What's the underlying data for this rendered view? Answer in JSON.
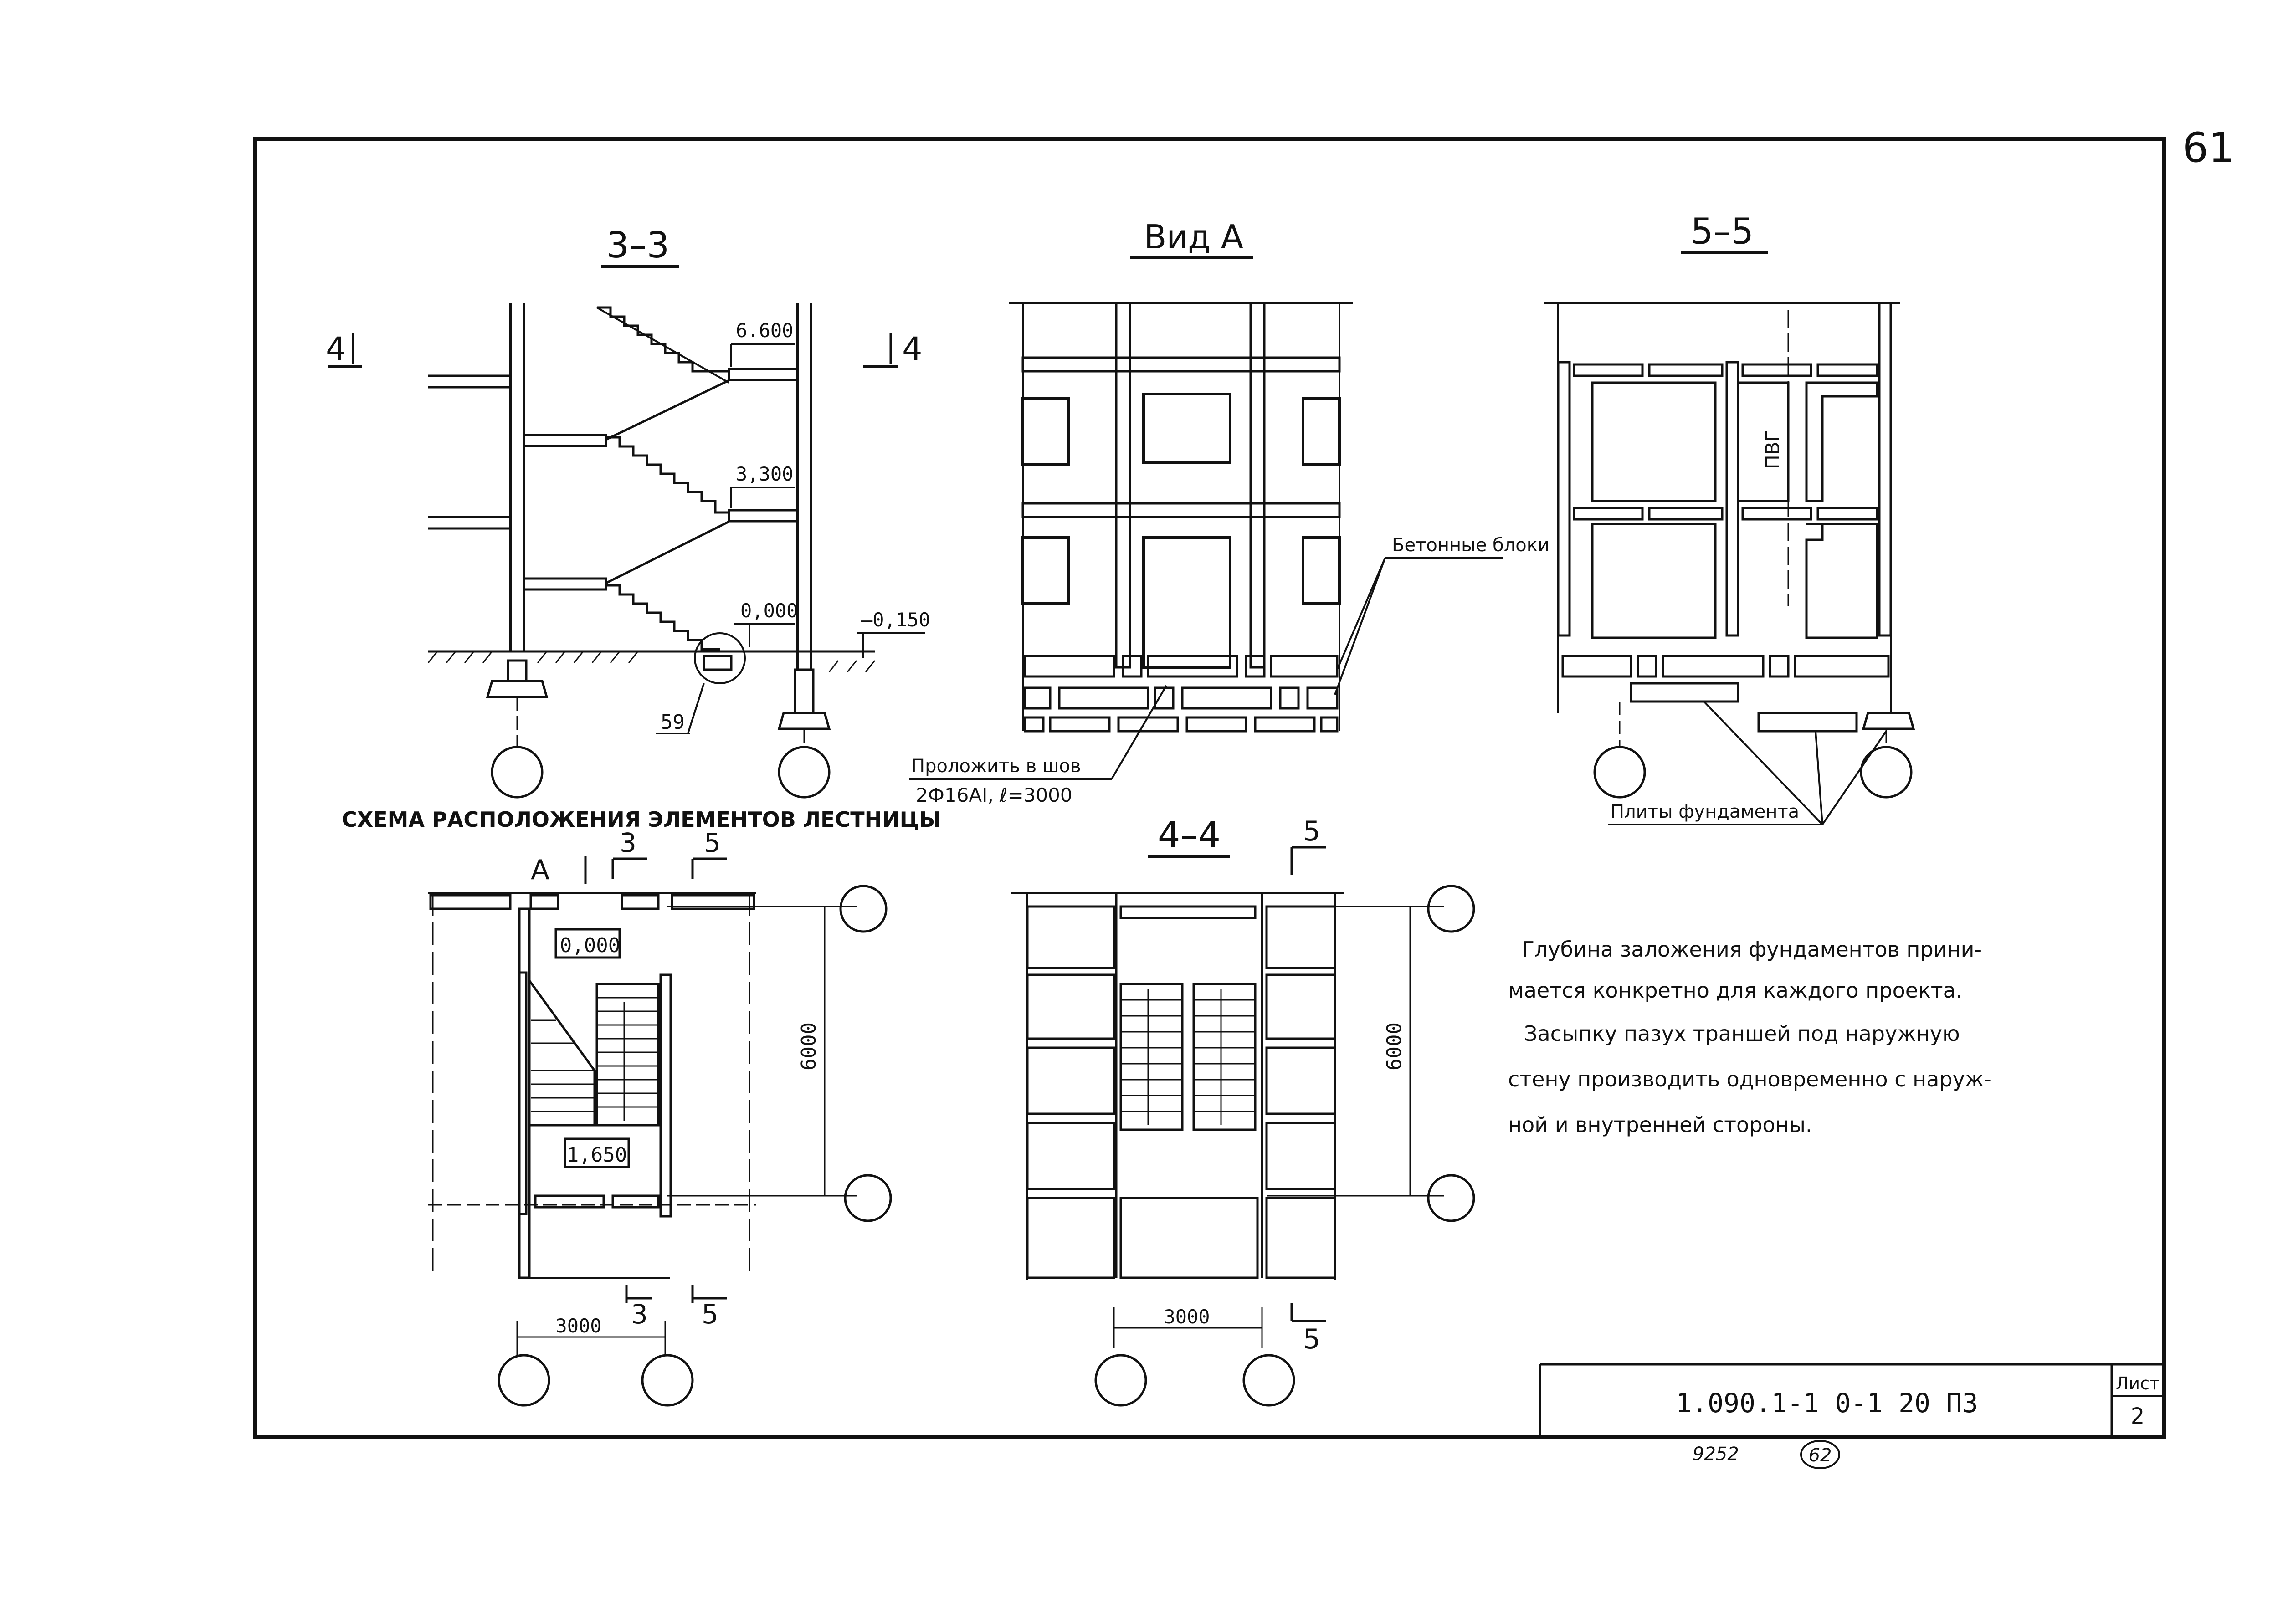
{
  "sheet_number_corner": "61",
  "titles": {
    "section_3_3": "3–3",
    "view_a": "Вид А",
    "section_5_5": "5–5",
    "section_4_4": "4–4"
  },
  "scheme_caption": "СХЕМА РАСПОЛОЖЕНИЯ ЭЛЕМЕНТОВ ЛЕСТНИЦЫ",
  "section_3_3": {
    "cut_left": "4",
    "cut_right": "4",
    "level_top": "6.600",
    "level_mid": "3,300",
    "level_zero": "0,000",
    "level_ground": "–0,150",
    "detail_ref": "59"
  },
  "view_a": {
    "callout_blocks": "Бетонные блоки",
    "callout_rebar_1": "Проложить в шов",
    "callout_rebar_2": "2Ф16АI, ℓ=3000"
  },
  "section_5_5": {
    "pvg_label": "ПВГ",
    "callout_plates": "Плиты фундамента"
  },
  "plan_scheme": {
    "view_marker": "А",
    "cut_3": "3",
    "cut_5": "5",
    "level_zero": "0,000",
    "level_landing": "1,650",
    "dim_height": "6000",
    "dim_width": "3000"
  },
  "plan_4_4": {
    "cut_5": "5",
    "dim_height": "6000",
    "dim_width": "3000"
  },
  "notes": [
    "Глубина заложения фундаментов прини-",
    "мается конкретно для каждого проекта.",
    "Засыпку пазух траншей под наружную",
    "стену производить одновременно с наруж-",
    "ной и внутренней стороны."
  ],
  "title_block": {
    "code": "1.090.1-1 0-1 20 ПЗ",
    "sheet_label": "Лист",
    "sheet_number": "2"
  },
  "footer": {
    "inventory_number": "9252",
    "page_mark": "62"
  }
}
